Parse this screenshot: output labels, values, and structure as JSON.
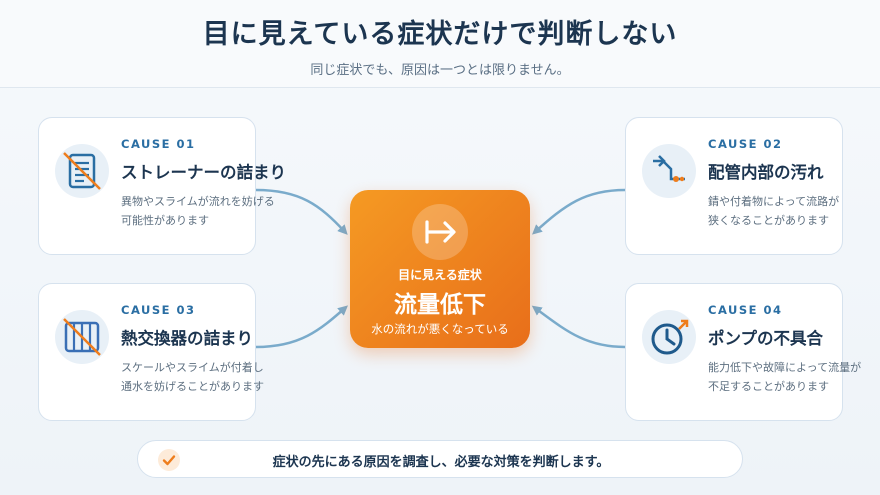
{
  "header": {
    "title": "目に見えている症状だけで判断しない",
    "subtitle": "同じ症状でも、原因は一つとは限りません。"
  },
  "center": {
    "icon": "arrow-right-bar-icon",
    "label": "目に見える症状",
    "main": "流量低下",
    "desc": "水の流れが悪くなっている"
  },
  "causes": [
    {
      "tag": "CAUSE 01",
      "name": "ストレーナーの詰まり",
      "desc_line1": "異物やスライムが流れを妨げる",
      "desc_line2": "可能性があります",
      "icon": "clogged-filter-icon"
    },
    {
      "tag": "CAUSE 02",
      "name": "配管内部の汚れ",
      "desc_line1": "錆や付着物によって流路が",
      "desc_line2": "狭くなることがあります",
      "icon": "pipe-flow-icon"
    },
    {
      "tag": "CAUSE 03",
      "name": "熱交換器の詰まり",
      "desc_line1": "スケールやスライムが付着し",
      "desc_line2": "通水を妨げることがあります",
      "icon": "heat-exchanger-blocked-icon"
    },
    {
      "tag": "CAUSE 04",
      "name": "ポンプの不具合",
      "desc_line1": "能力低下や故障によって流量が",
      "desc_line2": "不足することがあります",
      "icon": "pump-gauge-icon"
    }
  ],
  "footer": {
    "icon": "check-icon",
    "text": "症状の先にある原因を調査し、必要な対策を判断します。"
  },
  "colors": {
    "accent_orange": "#ee7d1c",
    "primary_blue": "#2a6ea3",
    "navy": "#1c3550",
    "arrow_blue": "#7aabcb"
  }
}
